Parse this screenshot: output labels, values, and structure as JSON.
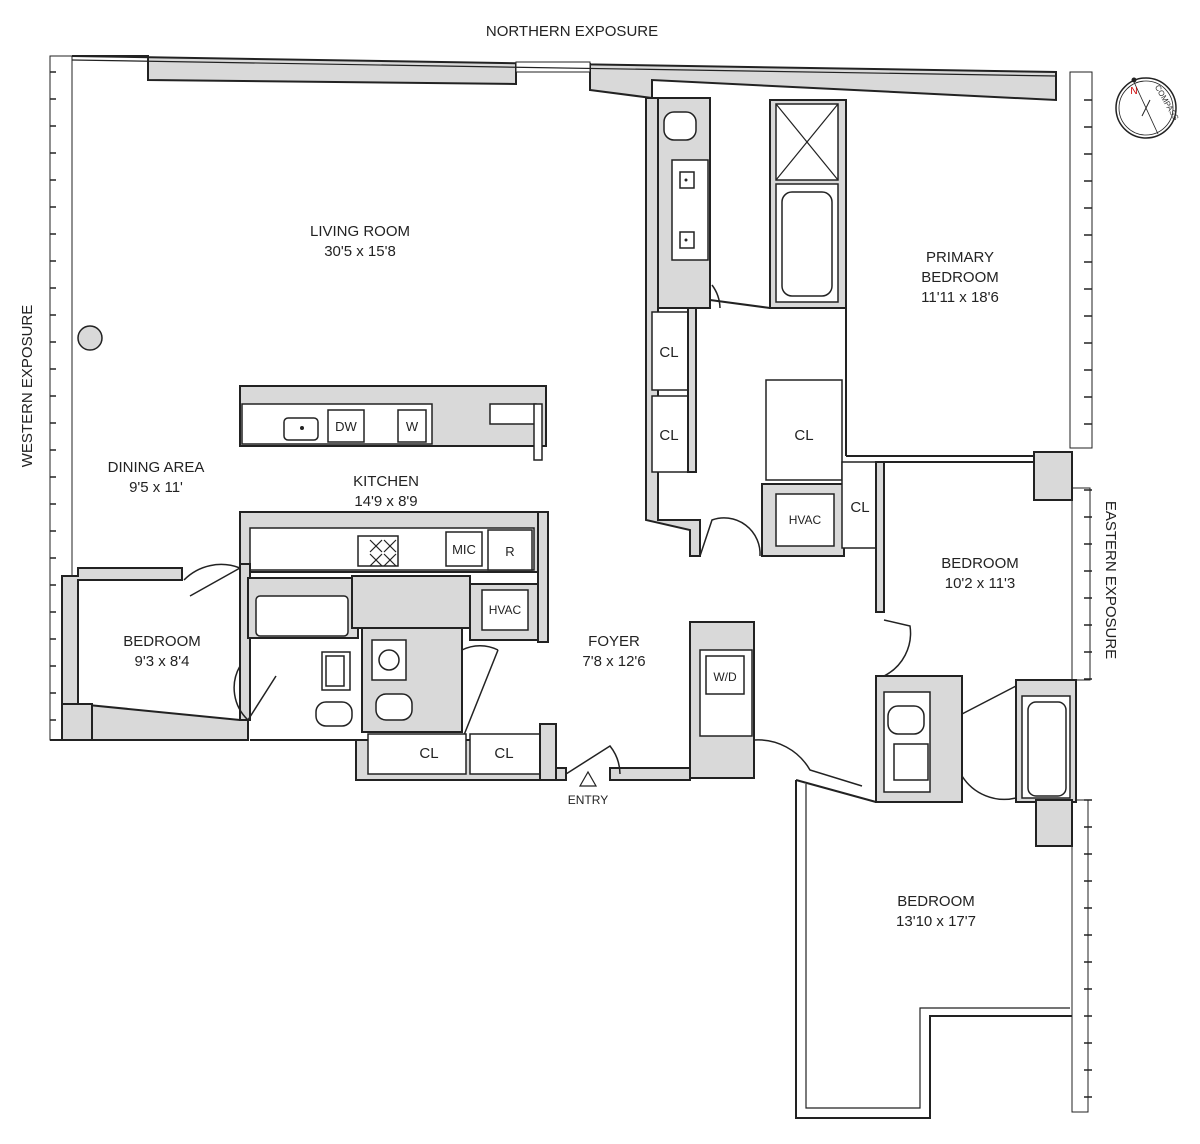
{
  "exposures": {
    "north": "NORTHERN EXPOSURE",
    "west": "WESTERN EXPOSURE",
    "east": "EASTERN EXPOSURE"
  },
  "compass": {
    "label": "COMPASS",
    "north": "N"
  },
  "rooms": {
    "living": {
      "name": "LIVING ROOM",
      "size": "30'5 x 15'8"
    },
    "dining": {
      "name": "DINING AREA",
      "size": "9'5 x 11'"
    },
    "kitchen": {
      "name": "KITCHEN",
      "size": "14'9 x 8'9"
    },
    "primary": {
      "name1": "PRIMARY",
      "name2": "BEDROOM",
      "size": "11'11 x 18'6"
    },
    "bedroom_west": {
      "name": "BEDROOM",
      "size": "9'3 x 8'4"
    },
    "foyer": {
      "name": "FOYER",
      "size": "7'8 x 12'6"
    },
    "bedroom_east": {
      "name": "BEDROOM",
      "size": "10'2 x 11'3"
    },
    "bedroom_south": {
      "name": "BEDROOM",
      "size": "13'10 x 17'7"
    }
  },
  "labels": {
    "closet": "CL",
    "dishwasher": "DW",
    "wine": "W",
    "microwave": "MIC",
    "refrigerator": "R",
    "hvac": "HVAC",
    "washer_dryer": "W/D",
    "entry": "ENTRY"
  }
}
